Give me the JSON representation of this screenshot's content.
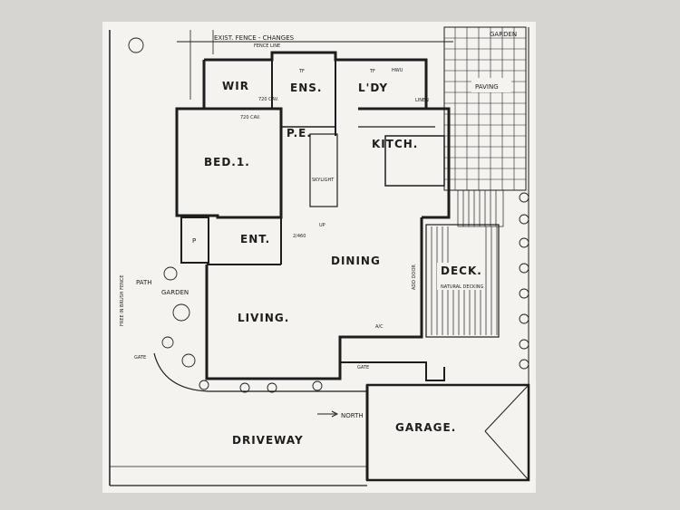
{
  "plan": {
    "rooms": {
      "wir": "WIR",
      "ens": "ENS.",
      "ldy": "L'DY",
      "bed1": "BED.1.",
      "pe": "P.E.",
      "kitch": "KITCH.",
      "ent": "ENT.",
      "dining": "DINING",
      "living": "LIVING.",
      "deck": "DECK.",
      "garage": "GARAGE.",
      "driveway": "DRIVEWAY",
      "paving": "PAVING",
      "garden_top": "GARDEN",
      "garden_side": "GARDEN",
      "path": "PATH"
    },
    "annotations": {
      "fence_line": "FENCE LINE",
      "fence_dims": "EXIST. FENCE - CHANGES",
      "north": "NORTH",
      "gate_left": "GATE",
      "gate_right": "GATE",
      "ac": "A/C",
      "deck_note": "NATURAL DECKING",
      "robe_1": "720 CAV.",
      "robe_2": "720 CAV.",
      "bed_side_note": "FREE IN BRUSH FENCE",
      "ldy_side": "LINEN",
      "step_up": "UP",
      "hwu": "HWU",
      "pantry": "P",
      "wire_note": "SKYLIGHT",
      "deck_side_note": "ADD DOOR",
      "ent_note": "2/460",
      "ens_tf": "TF",
      "ldy_tf": "TF"
    }
  },
  "colors": {
    "paper": "#f4f3f0",
    "ink": "#1d1d1d",
    "background": "#d6d5d1"
  }
}
